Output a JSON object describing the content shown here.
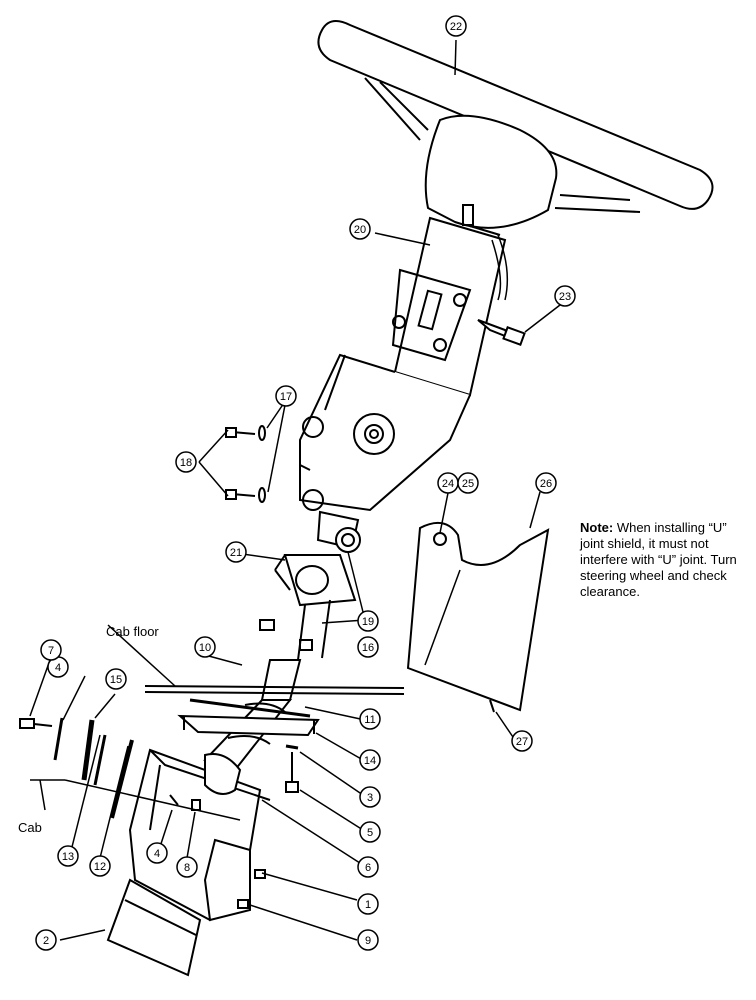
{
  "labels": {
    "cab_floor": "Cab floor",
    "cab": "Cab"
  },
  "note": {
    "heading": "Note:",
    "text": " When installing “U” joint shield, it must not interfere with “U” joint. Turn steering wheel and check clearance."
  },
  "callouts": [
    "1",
    "2",
    "3",
    "4",
    "4",
    "5",
    "6",
    "7",
    "8",
    "9",
    "10",
    "11",
    "12",
    "13",
    "14",
    "15",
    "16",
    "17",
    "18",
    "19",
    "20",
    "21",
    "22",
    "23",
    "24",
    "25",
    "26",
    "27"
  ],
  "colors": {
    "line": "#000000",
    "fill": "#ffffff"
  }
}
